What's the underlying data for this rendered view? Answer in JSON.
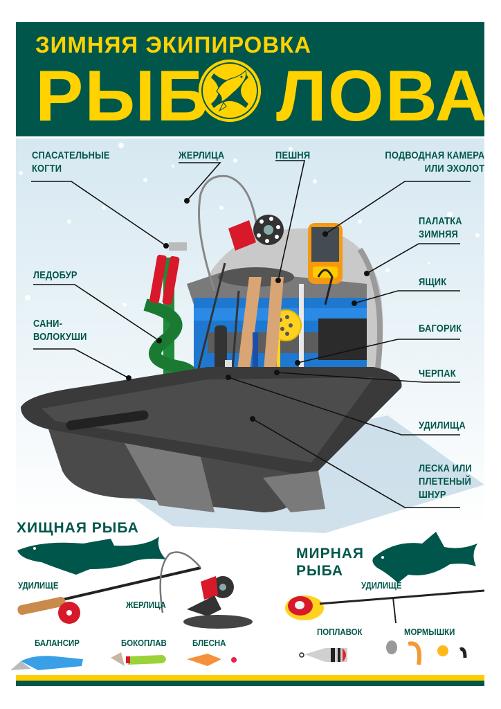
{
  "header": {
    "subtitle": "ЗИМНЯЯ ЭКИПИРОВКА",
    "title_left": "РЫБ",
    "title_right": "ЛОВА",
    "emblem": "fish-emblem-x",
    "colors": {
      "band": "#00564a",
      "text": "#ffd200"
    }
  },
  "callouts": {
    "claws": "СПАСАТЕЛЬНЫЕ\nКОГТИ",
    "zherlitsa": "ЖЕРЛИЦА",
    "peshnya": "ПЕШНЯ",
    "camera": "ПОДВОДНАЯ КАМЕРА\nИЛИ ЭХОЛОТ",
    "tent": "ПАЛАТКА\nЗИМНЯЯ",
    "box": "ЯЩИК",
    "bagorik": "БАГОРИК",
    "cherpak": "ЧЕРПАК",
    "rods": "УДИЛИЩА",
    "line": "ЛЕСКА ИЛИ\nПЛЕТЕНЫЙ\nШНУР",
    "auger": "ЛЕДОБУР",
    "sled": "САНИ-\nВОЛОКУШИ"
  },
  "predatory": {
    "title": "ХИЩНАЯ РЫБА",
    "rod": "УДИЛИЩЕ",
    "zherlitsa": "ЖЕРЛИЦА",
    "lures": [
      "БАЛАНСИР",
      "БОКОПЛАВ",
      "БЛЕСНА"
    ]
  },
  "peaceful": {
    "title_line1": "МИРНАЯ",
    "title_line2": "РЫБА",
    "rod": "УДИЛИЩЕ",
    "lures": [
      "ПОПЛАВОК",
      "МОРМЫШКИ"
    ]
  },
  "colors": {
    "green": "#00564a",
    "yellow": "#ffd200",
    "stripe_yellow": "#ffcc00",
    "sky": "#d6e8f1"
  }
}
